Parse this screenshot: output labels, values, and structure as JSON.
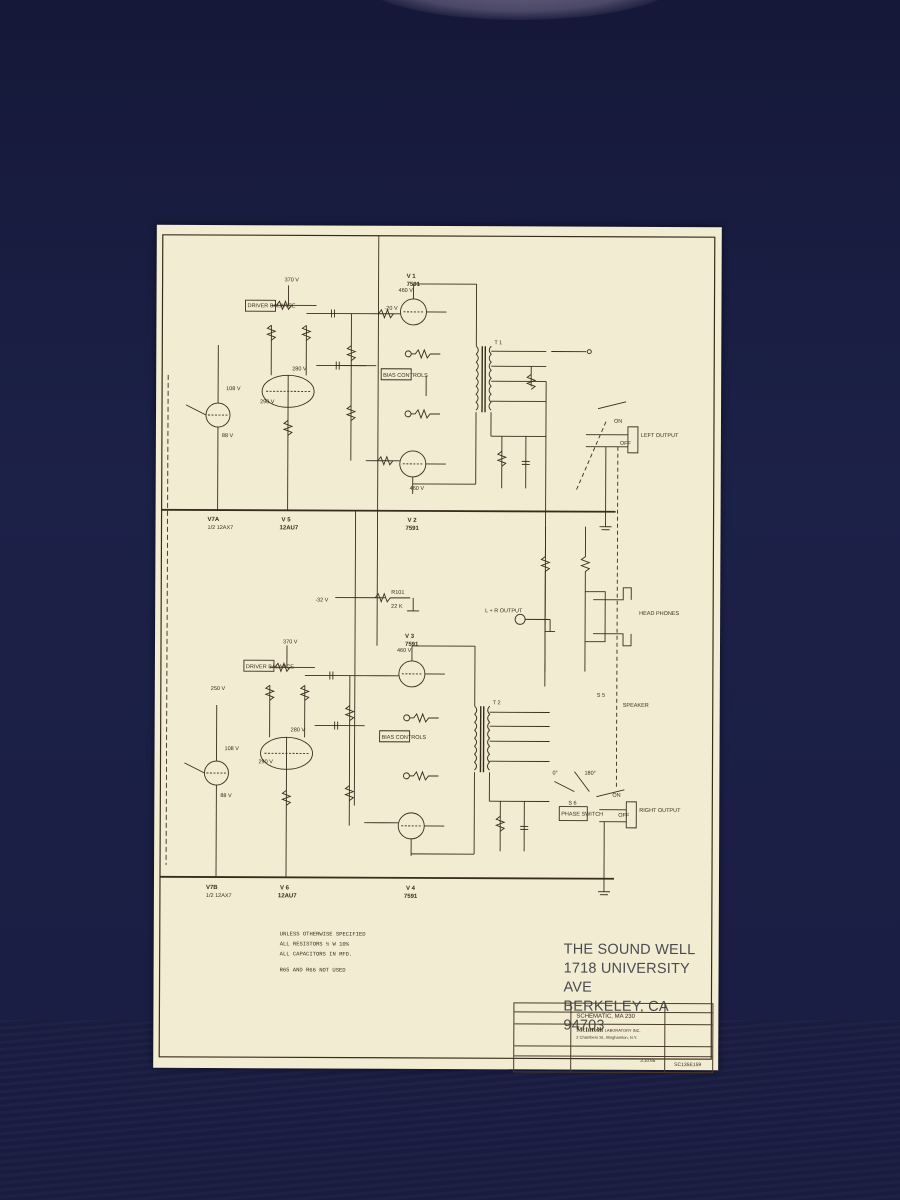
{
  "schematic": {
    "upper_channel": {
      "tube_output": "V 1",
      "tube_output_type": "7591",
      "tube_output2": "V 2",
      "tube_output2_type": "7591",
      "tube_driver": "V 5",
      "tube_driver_type": "12AU7",
      "tube_input": "V7A",
      "tube_input_type": "1/2 12AX7",
      "transformer": "T 1",
      "output_label": "LEFT OUTPUT",
      "driver_balance": "DRIVER BALANCE",
      "bias_controls": "BIAS CONTROLS",
      "voltages": [
        "370 V",
        "280 V",
        "290 V",
        "108 V",
        "88 V",
        "460 V",
        "-20 V",
        "460 V"
      ]
    },
    "lower_channel": {
      "tube_output": "V 3",
      "tube_output_type": "7591",
      "tube_output2": "V 4",
      "tube_output2_type": "7591",
      "tube_driver": "V 6",
      "tube_driver_type": "12AU7",
      "tube_input": "V7B",
      "tube_input_type": "1/2 12AX7",
      "transformer": "T 2",
      "output_label": "RIGHT OUTPUT",
      "driver_balance": "DRIVER BALANCE",
      "bias_controls": "BIAS CONTROLS",
      "phase_switch": "PHASE SWITCH",
      "voltages": [
        "370 V",
        "250 V",
        "280 V",
        "290 V",
        "108 V",
        "88 V",
        "460 V"
      ]
    },
    "misc": {
      "neg_supply": "-32 V",
      "r101": "R101",
      "r101_val": "22 K",
      "lr_output": "L + R OUTPUT",
      "headphones": "HEAD PHONES",
      "speaker": "SPEAKER",
      "on": "ON",
      "off": "OFF",
      "deg0": "0°",
      "deg180": "180°",
      "s5": "S 5",
      "s6": "S 6"
    }
  },
  "notes": {
    "line1": "UNLESS OTHERWISE SPECIFIED",
    "line2": "ALL RESISTORS ½ W 10%",
    "line3": "ALL CAPACITORS IN MFD.",
    "line4": "R65 AND R66 NOT USED"
  },
  "stamp": {
    "line1": "THE SOUND WELL",
    "line2": "1718 UNIVERSITY AVE",
    "line3": "BERKELEY, CA  94703"
  },
  "title_block": {
    "title": "SCHEMATIC, MA 230",
    "company": "McIntosh",
    "company_suffix": "LABORATORY INC.",
    "address": "2 Chambers St., Binghamton, N.Y.",
    "date": "3.10.65",
    "dwg_no": "SC135E159"
  }
}
